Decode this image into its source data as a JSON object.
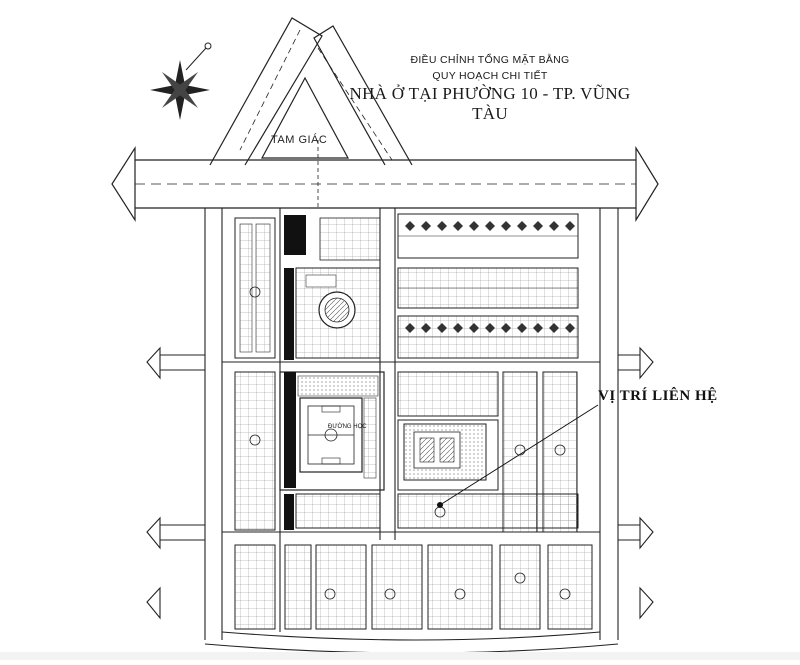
{
  "title": {
    "line1": "ĐIỀU CHỈNH TỔNG MẶT BẰNG",
    "line2": "QUY HOẠCH CHI TIẾT",
    "line3": "NHÀ Ở TẠI PHƯỜNG 10 - TP. VŨNG TÀU"
  },
  "labels": {
    "tam_giac": "TAM GIÁC",
    "vi_tri_lien_he": "VỊ TRÍ LIÊN HỆ",
    "duong_hoc": "ĐƯỜNG HỌC"
  },
  "icons": {
    "compass": "compass-rose-icon",
    "location_marker": "location-pointer-icon"
  },
  "colors": {
    "ink": "#1a1a1a",
    "paper": "#ffffff",
    "solid_block": "#111111"
  }
}
